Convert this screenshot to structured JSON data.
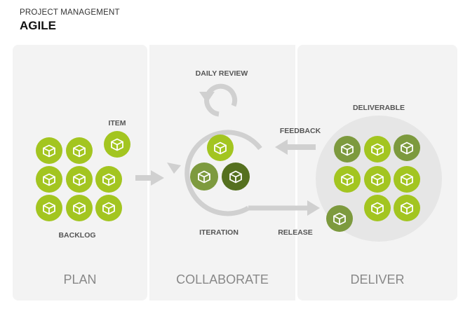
{
  "header": {
    "subtitle": "PROJECT MANAGEMENT",
    "title": "AGILE"
  },
  "labels": {
    "item": "ITEM",
    "backlog": "BACKLOG",
    "daily_review": "DAILY REVIEW",
    "iteration": "ITERATION",
    "feedback": "FEEDBACK",
    "release": "RELEASE",
    "deliverable": "DELIVERABLE"
  },
  "phases": {
    "plan": "PLAN",
    "collaborate": "COLLABORATE",
    "deliver": "DELIVER"
  },
  "colors": {
    "panel": "#f3f3f3",
    "arrow": "#d0d0d0",
    "deliver_circle": "#e6e6e6",
    "green_light": "#a3c520",
    "green_mid": "#7d9a3e",
    "green_dark": "#55701f",
    "label": "#555555",
    "phase": "#888888"
  }
}
